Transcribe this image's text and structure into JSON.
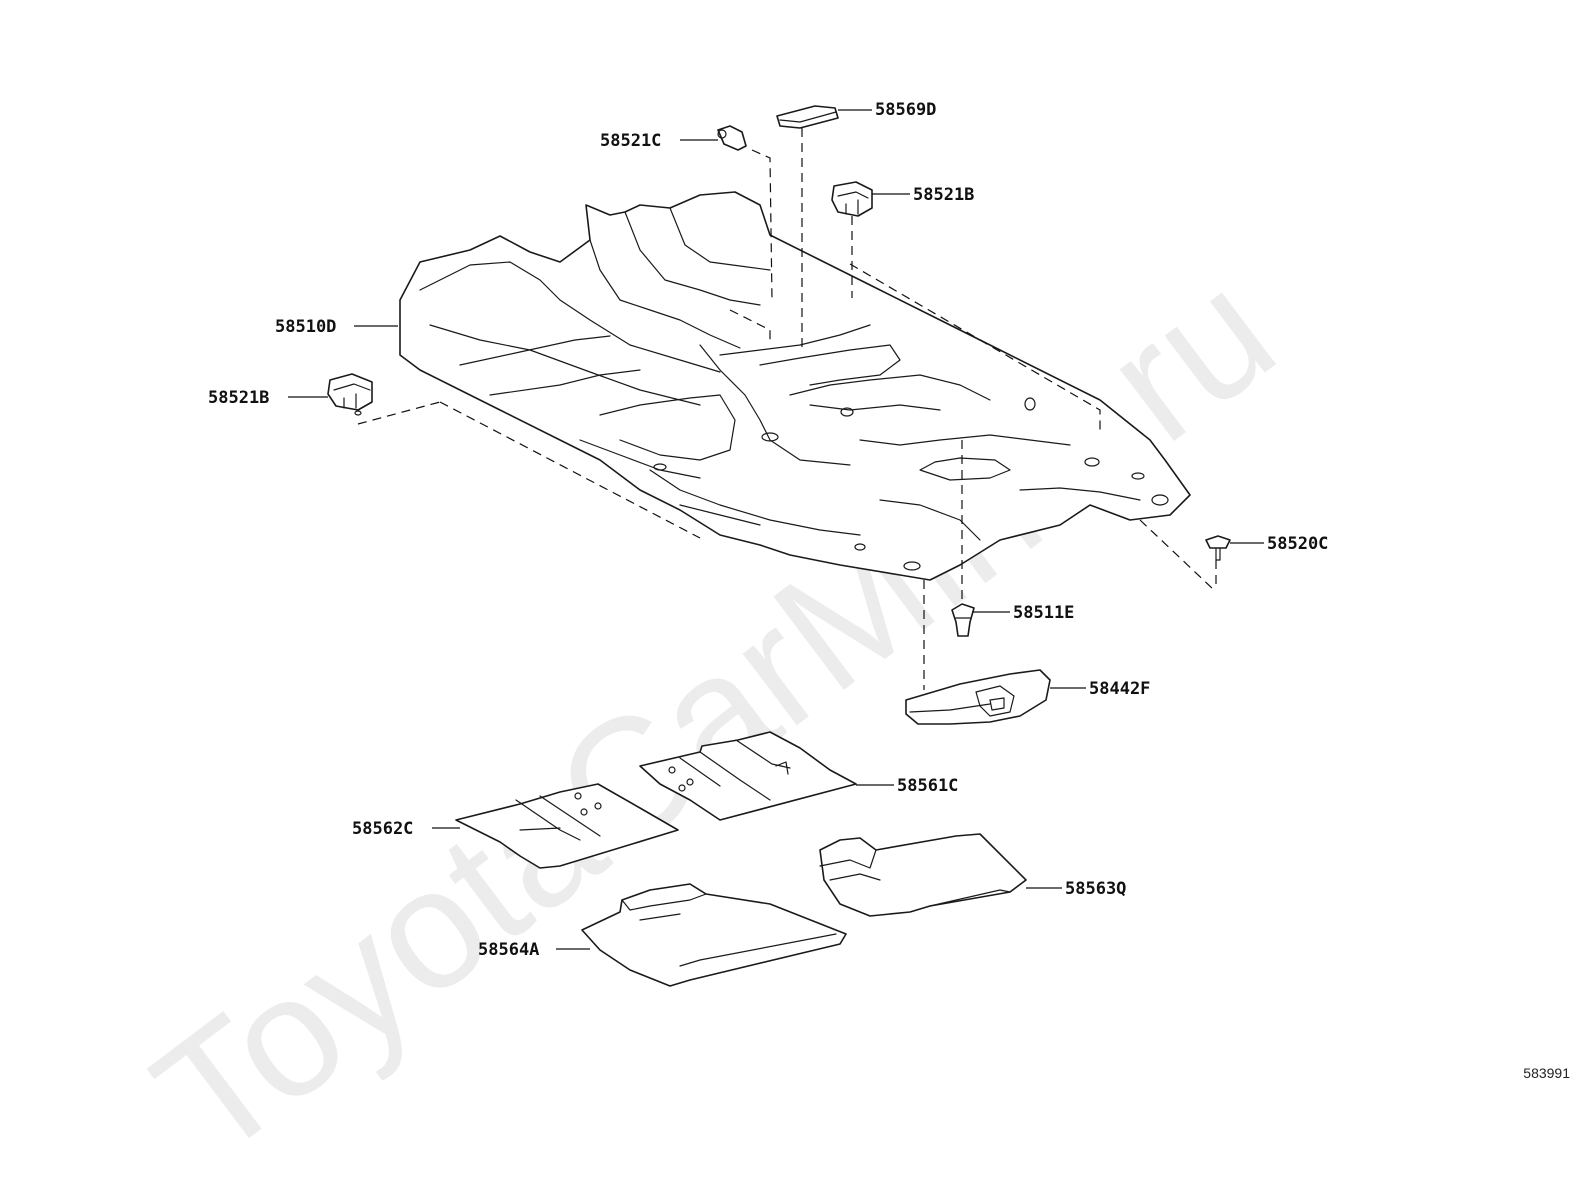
{
  "watermark": "ToyotaCarMine.ru",
  "diagram_ref": "583991",
  "callouts": {
    "p58569D": "58569D",
    "p58521C": "58521C",
    "p58521B_top": "58521B",
    "p58510D": "58510D",
    "p58521B_left": "58521B",
    "p58520C": "58520C",
    "p58511E": "58511E",
    "p58442F": "58442F",
    "p58561C": "58561C",
    "p58562C": "58562C",
    "p58563Q": "58563Q",
    "p58564A": "58564A"
  }
}
